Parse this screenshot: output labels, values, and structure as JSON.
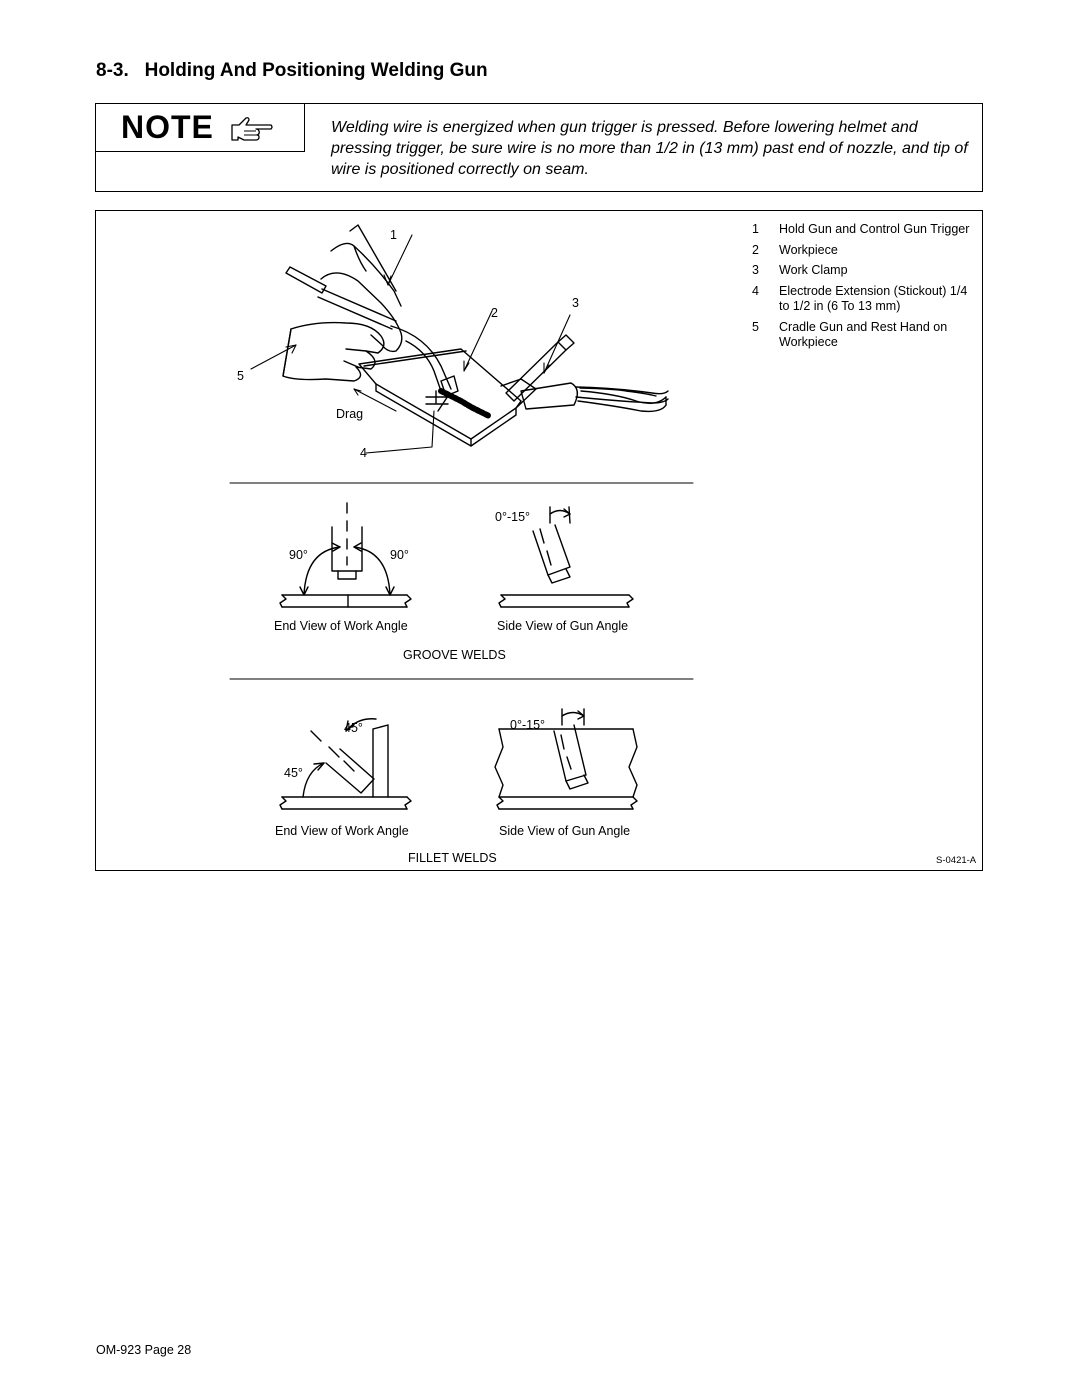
{
  "section": {
    "number": "8-3.",
    "title": "Holding And Positioning Welding Gun"
  },
  "note": {
    "label": "NOTE",
    "icon": "pointing-hand-icon",
    "text": "Welding wire is energized when gun trigger is pressed. Before lowering helmet and pressing trigger, be sure wire is no more than 1/2 in (13 mm) past end of nozzle, and tip of wire is positioned correctly on seam."
  },
  "figure": {
    "callouts": {
      "c1": "1",
      "c2": "2",
      "c3": "3",
      "c4": "4",
      "c5": "5"
    },
    "drag_label": "Drag",
    "legend": [
      {
        "num": "1",
        "text": "Hold Gun and Control Gun Trigger"
      },
      {
        "num": "2",
        "text": "Workpiece"
      },
      {
        "num": "3",
        "text": "Work Clamp"
      },
      {
        "num": "4",
        "text": "Electrode Extension (Stickout) 1/4 to 1/2 in (6 To 13 mm)"
      },
      {
        "num": "5",
        "text": "Cradle Gun and Rest Hand on Workpiece"
      }
    ],
    "groove": {
      "angle_left": "90°",
      "angle_right": "90°",
      "gun_angle": "0°-15°",
      "caption_end": "End View of Work Angle",
      "caption_side": "Side View of Gun Angle",
      "heading": "GROOVE WELDS"
    },
    "fillet": {
      "angle_top": "45°",
      "angle_bottom": "45°",
      "gun_angle": "0°-15°",
      "caption_end": "End View of Work Angle",
      "caption_side": "Side View of Gun Angle",
      "heading": "FILLET WELDS"
    },
    "ref": "S-0421-A"
  },
  "footer": {
    "page": "OM-923 Page 28"
  }
}
